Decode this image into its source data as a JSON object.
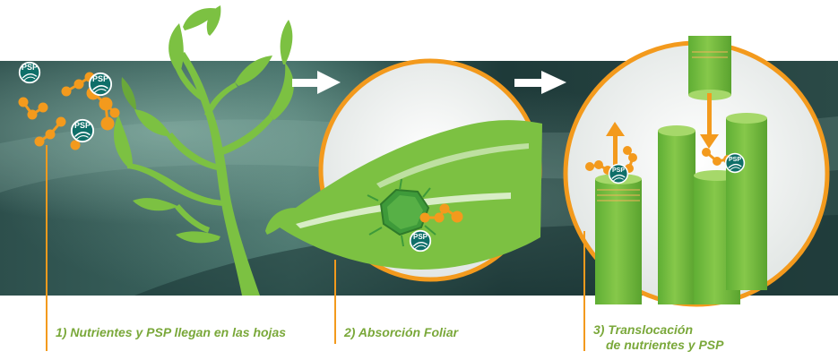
{
  "colors": {
    "leaf_green": "#7cc142",
    "dark_green": "#4e9a2a",
    "orange": "#f39a1d",
    "caption_green": "#7aa83a",
    "badge_teal": "#0f6f69",
    "background_dark": "#1f3a3a"
  },
  "badge": {
    "label": "PSP"
  },
  "steps": [
    {
      "caption": "1) Nutrientes y PSP llegan en las hojas"
    },
    {
      "caption": "2) Absorción Foliar"
    },
    {
      "caption_line1": "3) Translocación",
      "caption_line2": "de nutrientes y PSP"
    }
  ],
  "icons": [
    "plant-icon",
    "molecule-icon",
    "psp-badge-icon",
    "arrow-right-icon",
    "leaf-icon",
    "cell-icon",
    "stem-tube-icon",
    "arrow-up-icon",
    "arrow-down-icon"
  ]
}
